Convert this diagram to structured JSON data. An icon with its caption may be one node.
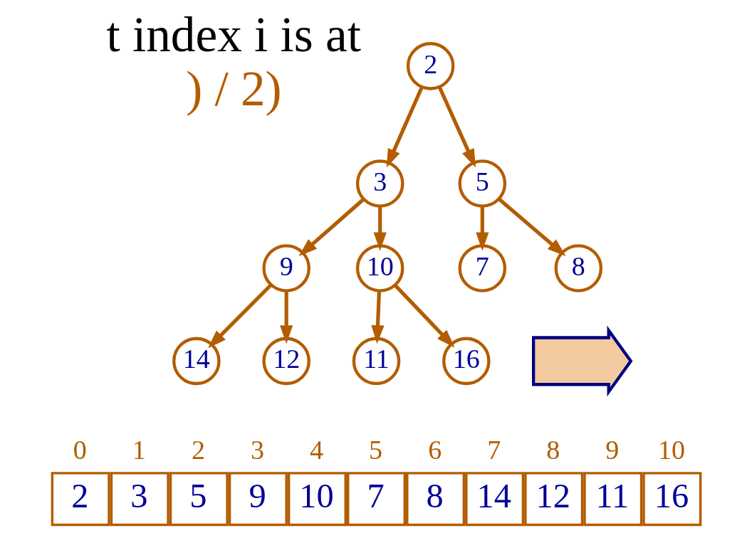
{
  "diagram": {
    "nodes": [
      {
        "text": [
          "2"
        ]
      },
      {
        "text": [
          "3"
        ]
      },
      {
        "text": [
          "5"
        ]
      },
      {
        "text": [
          "9"
        ]
      },
      {
        "text": [
          "10"
        ]
      },
      {
        "text": [
          "7"
        ]
      },
      {
        "text": [
          "8"
        ]
      },
      {
        "text": [
          "14"
        ]
      },
      {
        "text": [
          "12"
        ]
      },
      {
        "text": [
          "11"
        ]
      },
      {
        "text": [
          "16"
        ]
      },
      {
        "text": [],
        "shape": "arrow"
      }
    ],
    "edges": [
      {
        "from": 0,
        "to": 1,
        "arrow": "to"
      },
      {
        "from": 0,
        "to": 2,
        "arrow": "to"
      },
      {
        "from": 1,
        "to": 3,
        "arrow": "to"
      },
      {
        "from": 1,
        "to": 4,
        "arrow": "to"
      },
      {
        "from": 2,
        "to": 5,
        "arrow": "to"
      },
      {
        "from": 2,
        "to": 6,
        "arrow": "to"
      },
      {
        "from": 3,
        "to": 7,
        "arrow": "to"
      },
      {
        "from": 3,
        "to": 8,
        "arrow": "to"
      },
      {
        "from": 4,
        "to": 9,
        "arrow": "to"
      },
      {
        "from": 4,
        "to": 10,
        "arrow": "to"
      }
    ],
    "labels": [
      "t index i is at",
      ") / 2)",
      "0",
      "1",
      "2",
      "3",
      "4",
      "5",
      "6",
      "7",
      "8",
      "9",
      "10",
      "2",
      "3",
      "5",
      "9",
      "10",
      "7",
      "8",
      "14",
      "12",
      "11",
      "16"
    ]
  }
}
